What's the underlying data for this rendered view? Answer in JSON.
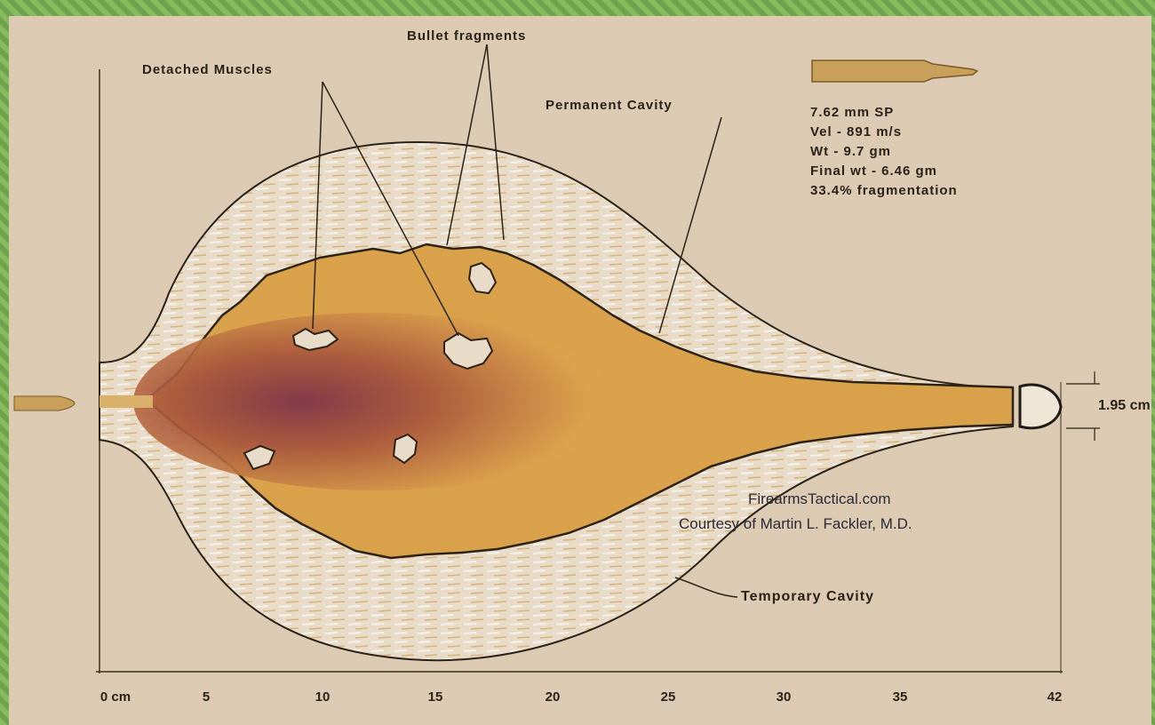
{
  "labels": {
    "detached_muscles": "Detached Muscles",
    "bullet_fragments": "Bullet fragments",
    "permanent_cavity": "Permanent Cavity",
    "temporary_cavity": "Temporary Cavity",
    "diameter": "1.95 cm"
  },
  "specs": {
    "caliber": "7.62 mm SP",
    "velocity": "Vel - 891 m/s",
    "weight": "Wt - 9.7 gm",
    "final_weight": "Final wt - 6.46 gm",
    "fragmentation": "33.4% fragmentation"
  },
  "credit": {
    "site": "FirearmsTactical.com",
    "author": "Courtesy of Martin L. Fackler, M.D."
  },
  "axis": {
    "ticks": [
      "0 cm",
      "5",
      "10",
      "15",
      "20",
      "25",
      "30",
      "35",
      "42"
    ]
  },
  "colors": {
    "paper": "#dccab2",
    "permanent_cavity": "#d9a24a",
    "core": "#8a3a4a",
    "temporary_cavity": "#e6dccd",
    "frame": "#7fb35a"
  },
  "icons": [
    "bullet-icon"
  ]
}
